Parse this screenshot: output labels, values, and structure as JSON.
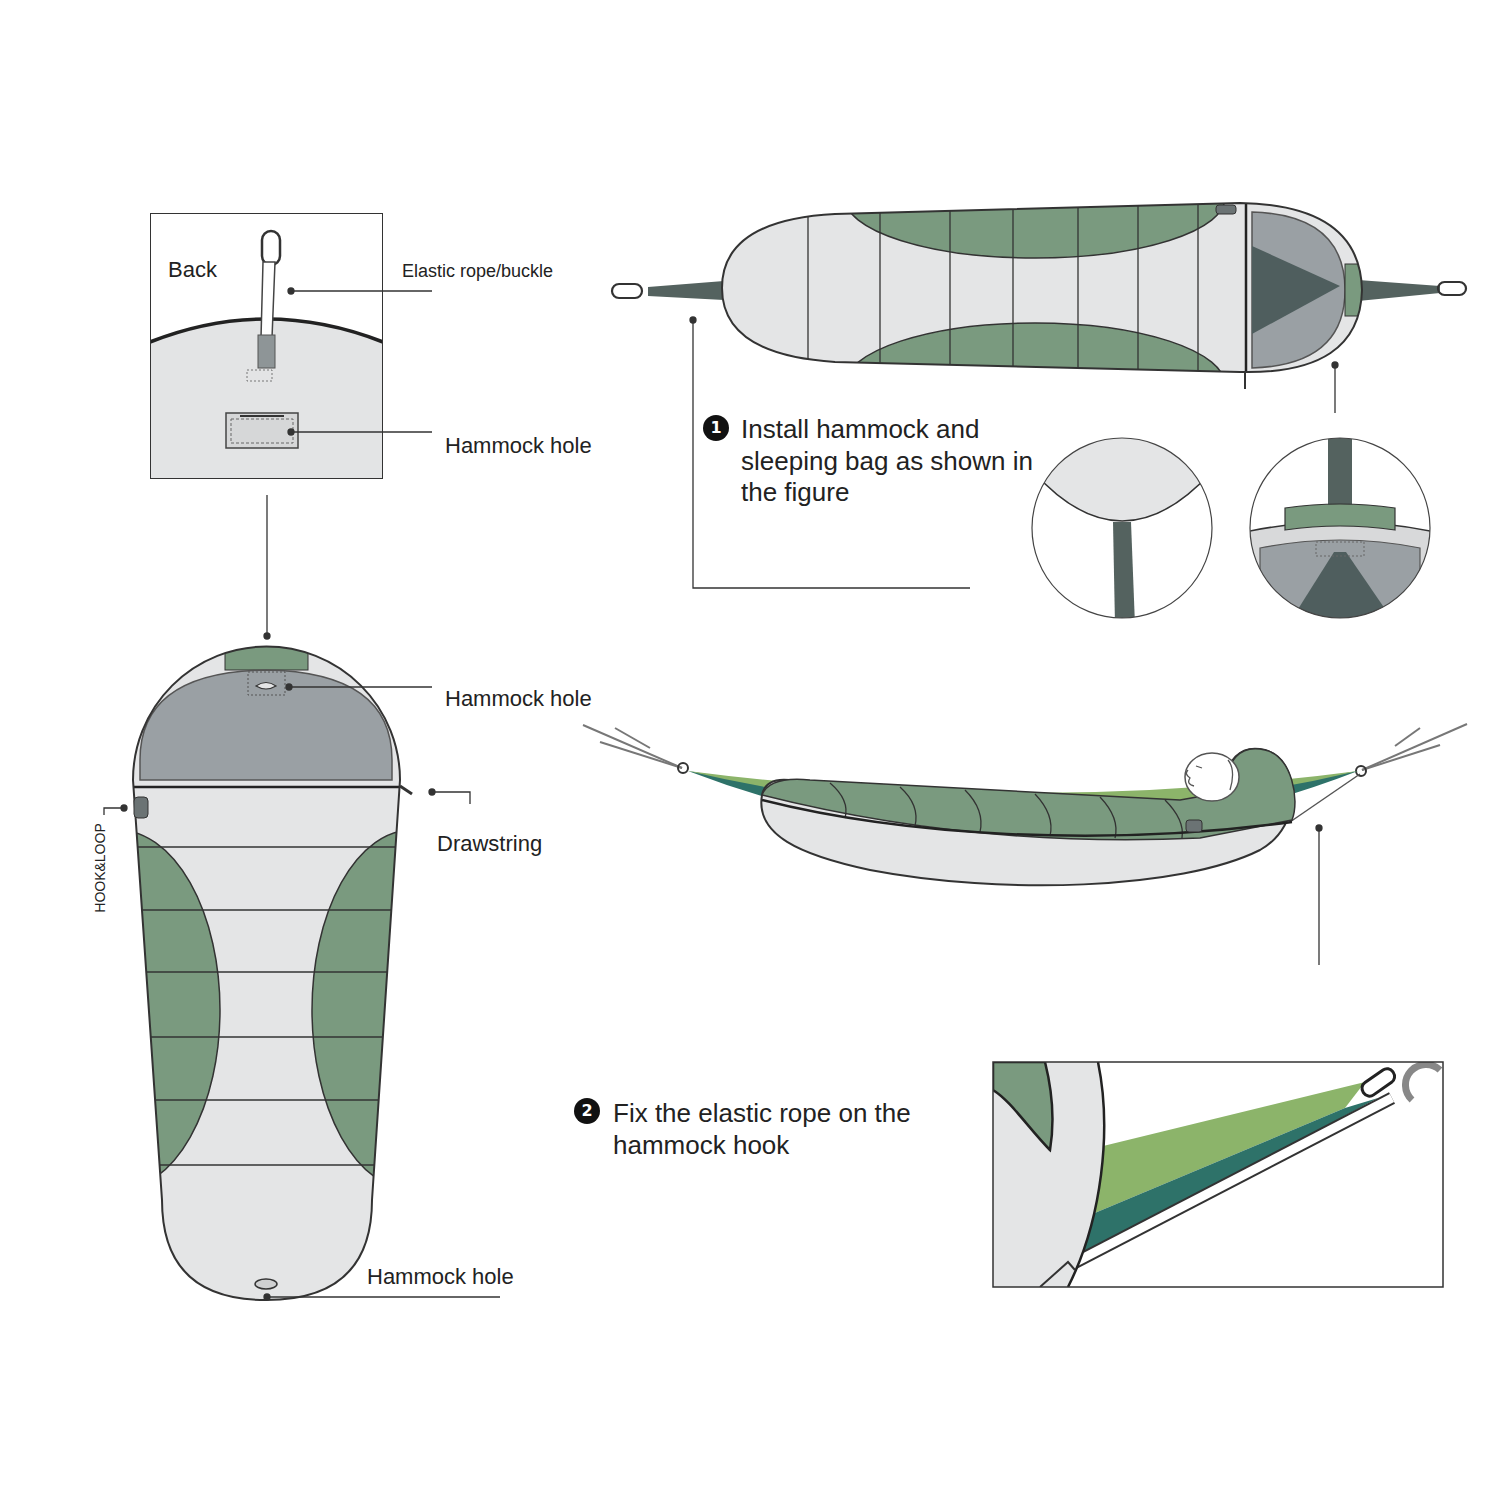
{
  "diagram": {
    "nodes": [
      {
        "text": [
          "Back"
        ]
      }
    ],
    "labels": [
      "Elastic rope/buckle",
      "Hammock hole",
      "Hammock hole",
      "HOOK&LOOP",
      "Drawstring",
      "Hammock hole",
      "1",
      "Install hammock and sleeping bag as shown in the figure",
      "2",
      "Fix the elastic rope on the hammock hook"
    ]
  }
}
